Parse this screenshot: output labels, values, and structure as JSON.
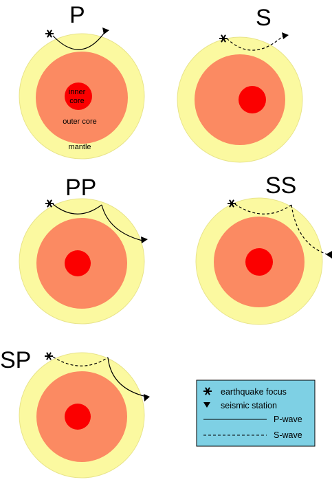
{
  "colors": {
    "mantle": "#fbf9a0",
    "mantle_stroke": "#e8e48a",
    "outer_core": "#fb8a62",
    "inner_core": "#fb0000",
    "legend_bg": "#7ed0e4"
  },
  "icons": {
    "focus": "asterisk-icon",
    "station": "triangle-icon"
  },
  "panels": [
    {
      "title": "P",
      "wave_type": "P-wave",
      "ray": "solid"
    },
    {
      "title": "S",
      "wave_type": "S-wave",
      "ray": "dashed"
    },
    {
      "title": "PP",
      "wave_type": "P-wave",
      "ray": "solid"
    },
    {
      "title": "SS",
      "wave_type": "S-wave",
      "ray": "dashed"
    },
    {
      "title": "SP",
      "wave_type": "S-wave then P-wave",
      "ray": "dashed-solid"
    }
  ],
  "layer_labels": {
    "inner_core_line1": "inner",
    "inner_core_line2": "core",
    "outer_core": "outer core",
    "mantle": "mantle"
  },
  "legend": {
    "focus_label": "earthquake focus",
    "station_label": "seismic station",
    "p_wave_label": "P-wave",
    "s_wave_label": "S-wave"
  }
}
